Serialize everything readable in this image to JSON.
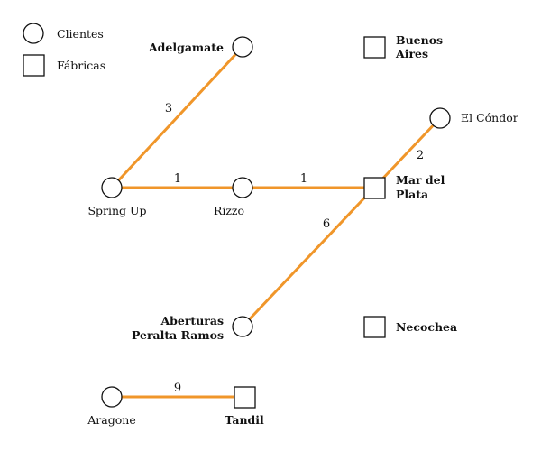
{
  "colors": {
    "edge": "#f0962a",
    "stroke": "#111111",
    "background": "#ffffff"
  },
  "legend": {
    "clients_label": "Clientes",
    "factories_label": "Fábricas"
  },
  "nodes": {
    "adelgamate": {
      "type": "client",
      "label": "Adelgamate"
    },
    "el_condor": {
      "type": "client",
      "label": "El Cóndor"
    },
    "spring_up": {
      "type": "client",
      "label": "Spring Up"
    },
    "rizzo": {
      "type": "client",
      "label": "Rizzo"
    },
    "aberturas": {
      "type": "client",
      "label": [
        "Aberturas",
        "Peralta Ramos"
      ]
    },
    "aragone": {
      "type": "client",
      "label": "Aragone"
    },
    "buenos_aires": {
      "type": "factory",
      "label": [
        "Buenos",
        "Aires"
      ]
    },
    "mar_del_plata": {
      "type": "factory",
      "label": [
        "Mar del",
        "Plata"
      ]
    },
    "necochea": {
      "type": "factory",
      "label": "Necochea"
    },
    "tandil": {
      "type": "factory",
      "label": "Tandil"
    }
  },
  "edges": [
    {
      "from": "spring_up",
      "to": "adelgamate",
      "label": "3"
    },
    {
      "from": "spring_up",
      "to": "rizzo",
      "label": "1"
    },
    {
      "from": "rizzo",
      "to": "mar_del_plata",
      "label": "1"
    },
    {
      "from": "mar_del_plata",
      "to": "el_condor",
      "label": "2"
    },
    {
      "from": "mar_del_plata",
      "to": "aberturas",
      "label": "6"
    },
    {
      "from": "aragone",
      "to": "tandil",
      "label": "9"
    }
  ]
}
